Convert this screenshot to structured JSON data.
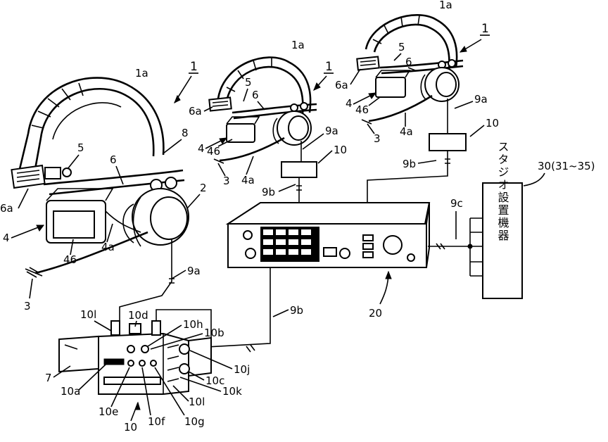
{
  "labels": {
    "h1_1a": "1a",
    "h1_1": "1",
    "h1_5": "5",
    "h1_6": "6",
    "h1_8": "8",
    "h1_2": "2",
    "h1_6a": "6a",
    "h1_4": "4",
    "h1_46": "46",
    "h1_4a": "4a",
    "h1_3": "3",
    "h1_9a": "9a",
    "h2_1a": "1a",
    "h2_1": "1",
    "h2_5": "5",
    "h2_6": "6",
    "h2_6a": "6a",
    "h2_4": "4",
    "h2_46": "46",
    "h2_4a": "4a",
    "h2_3": "3",
    "h2_9a": "9a",
    "h2_10": "10",
    "h2_9b": "9b",
    "h3_1a": "1a",
    "h3_1": "1",
    "h3_5": "5",
    "h3_6": "6",
    "h3_6a": "6a",
    "h3_4": "4",
    "h3_46": "46",
    "h3_4a": "4a",
    "h3_3": "3",
    "h3_9a": "9a",
    "h3_10": "10",
    "h3_9b": "9b",
    "studio_ref": "30(31~35)",
    "studio_text": "スタジオ設置機器",
    "c9c": "9c",
    "console_20": "20",
    "cable_9b": "9b",
    "u_10l_top": "10l",
    "u_10d": "10d",
    "u_10h": "10h",
    "u_10b": "10b",
    "u_7": "7",
    "u_10j": "10j",
    "u_10a": "10a",
    "u_10c": "10c",
    "u_10k": "10k",
    "u_10l_low": "10l",
    "u_10e": "10e",
    "u_10": "10",
    "u_10f": "10f",
    "u_10g": "10g"
  }
}
